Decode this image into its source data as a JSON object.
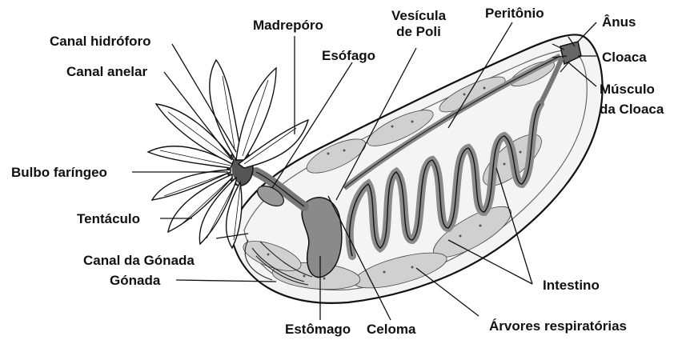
{
  "labels": {
    "canal_hidroforo": "Canal hidróforo",
    "madreporo": "Madrepóro",
    "vesicula_line1": "Vesícula",
    "vesicula_line2": "de Poli",
    "peritonio": "Peritônio",
    "anus": "Ânus",
    "cloaca": "Cloaca",
    "musculo_line1": "Músculo",
    "musculo_line2": "da Cloaca",
    "canal_anelar": "Canal anelar",
    "esofago": "Esófago",
    "bulbo_faringeo": "Bulbo faríngeo",
    "tentaculo": "Tentáculo",
    "canal_gonada": "Canal da Gónada",
    "gonada": "Gónada",
    "intestino": "Intestino",
    "estomago": "Estômago",
    "celoma": "Celoma",
    "arvores": "Árvores respiratórias"
  },
  "colors": {
    "ink": "#111111",
    "organ": "#8c8c8c",
    "organ_dark": "#555555",
    "tissue": "#cfcfcf"
  }
}
